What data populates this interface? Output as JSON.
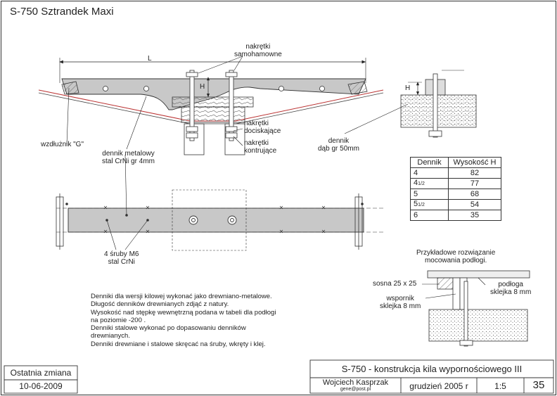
{
  "sheet_title": "S-750 Sztrandek Maxi",
  "labels": {
    "dim_L": "L",
    "dim_H": "H",
    "dim_H2": "H",
    "nuts_self_lock_1": "nakrętki",
    "nuts_self_lock_2": "samohamowne",
    "nuts_clamp_1": "nakrętki",
    "nuts_clamp_2": "dociskające",
    "nuts_counter_1": "nakrętki",
    "nuts_counter_2": "kontrujące",
    "stringer_g": "wzdłużnik \"G\"",
    "floor_metal_1": "dennik metalowy",
    "floor_metal_2": "stal CrNi gr 4mm",
    "floor_oak_1": "dennik",
    "floor_oak_2": "dąb gr 50mm",
    "screws_1": "4 śruby M6",
    "screws_2": "stal CrNi",
    "example_1": "Przykładowe rozwiązanie",
    "example_2": "mocowania podłogi.",
    "pine": "sosna 25 x 25",
    "support_1": "wspornik",
    "support_2": "sklejka 8 mm",
    "floorboard_1": "podłoga",
    "floorboard_2": "sklejka 8 mm"
  },
  "table": {
    "headers": [
      "Dennik",
      "Wysokość H"
    ],
    "rows": [
      {
        "dennik": "4",
        "h": "82"
      },
      {
        "dennik": "4",
        "frac": "1/2",
        "h": "77"
      },
      {
        "dennik": "5",
        "h": "68"
      },
      {
        "dennik": "5",
        "frac": "1/2",
        "h": "54"
      },
      {
        "dennik": "6",
        "h": "35"
      }
    ]
  },
  "notes": [
    "Denniki dla wersji kilowej wykonać jako drewniano-metalowe.",
    "Długość denników drewnianych zdjąć z natury.",
    "Wysokość nad stępkę wewnętrzną podana w tabeli dla podłogi",
    "na poziomie -200 .",
    "Denniki stalowe wykonać po dopasowaniu denników",
    "drewnianych.",
    "Denniki drewniane i stalowe skręcać na śruby, wkręty i klej."
  ],
  "title_block": {
    "last_change_label": "Ostatnia zmiana",
    "last_change_date": "10-06-2009",
    "drawing_title": "S-750 - konstrukcja kila wypornościowego III",
    "author": "Wojciech Kasprzak",
    "email": "gene@post.pl",
    "date": "grudzień 2005 r",
    "scale": "1:5",
    "sheet_no": "35"
  }
}
